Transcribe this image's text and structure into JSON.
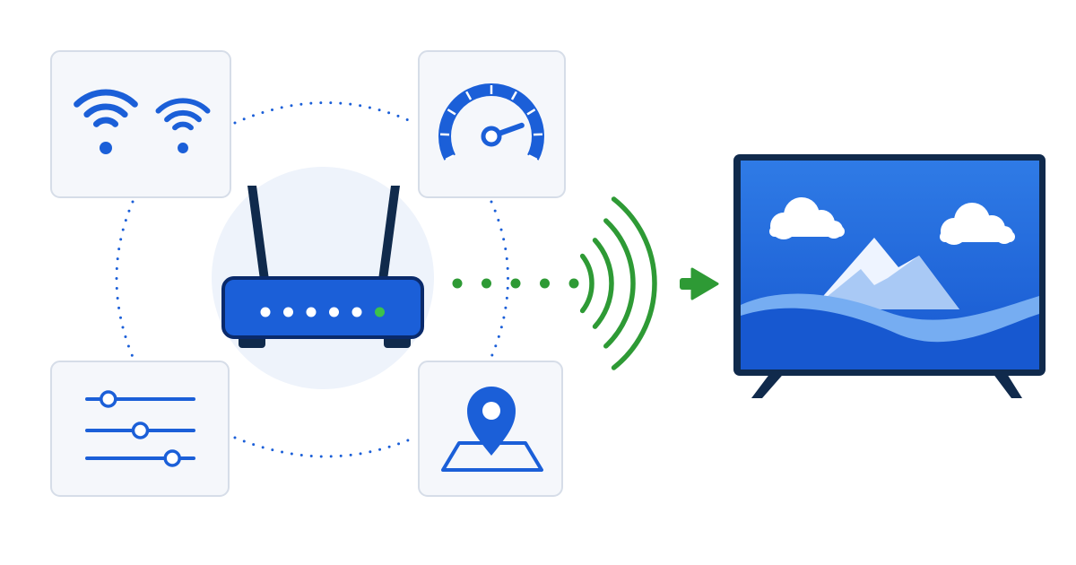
{
  "colors": {
    "background": "#ffffff",
    "card_fill": "#f5f7fb",
    "card_border": "#d6dde8",
    "primary_blue": "#1b5fd8",
    "dark_blue": "#0a2a6b",
    "navy": "#102a4c",
    "router_halo": "#eef3fb",
    "signal_green": "#2e9a35",
    "led_green": "#3cc24a",
    "tv_screen_top": "#2f7be6",
    "tv_wave_light": "#76adf2",
    "tv_wave_dark": "#1758d0",
    "mountain": "#eef4ff",
    "cloud": "#ffffff"
  },
  "icons": {
    "top_left_card": [
      "wifi-icon",
      "wifi-icon"
    ],
    "top_right_card": "speedometer-icon",
    "bottom_left_card": "sliders-icon",
    "bottom_right_card": "map-pin-icon",
    "center": "router-icon",
    "signal": "wireless-signal-icon",
    "arrow": "arrow-right-icon",
    "target": "tv-icon"
  },
  "router": {
    "led_count": 6,
    "active_led_index": 5
  },
  "sliders": {
    "knob_positions": [
      0.2,
      0.5,
      0.8
    ]
  },
  "speedometer": {
    "needle_level": 0.8
  },
  "signal": {
    "dot_count": 5,
    "arc_count": 4
  }
}
